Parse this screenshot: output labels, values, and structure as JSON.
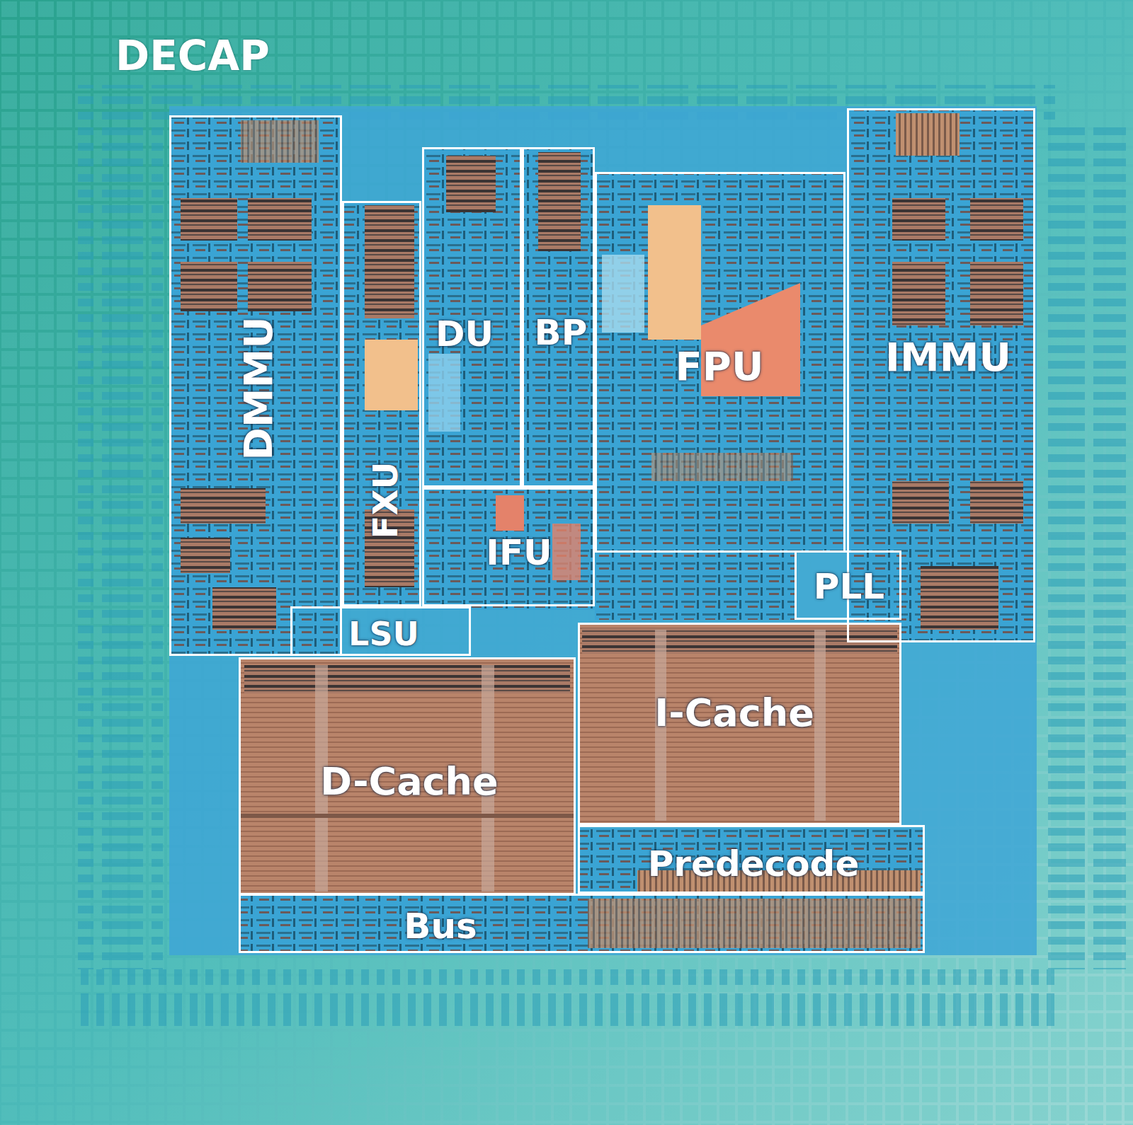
{
  "diagram": {
    "nodes": [
      {
        "text": [
          "DMMU"
        ]
      },
      {
        "text": [
          "FXU"
        ]
      },
      {
        "text": [
          "DU"
        ]
      },
      {
        "text": [
          "BP"
        ]
      },
      {
        "text": [
          "FPU"
        ]
      },
      {
        "text": [
          "IMMU"
        ]
      },
      {
        "text": [
          "IFU"
        ]
      },
      {
        "text": [
          "PLL"
        ]
      },
      {
        "text": [
          "LSU"
        ]
      },
      {
        "text": [
          "I-Cache"
        ]
      },
      {
        "text": [
          "D-Cache"
        ]
      },
      {
        "text": [
          "Predecode"
        ]
      },
      {
        "text": [
          "Bus"
        ]
      }
    ],
    "labels": [
      "DECAP"
    ]
  }
}
